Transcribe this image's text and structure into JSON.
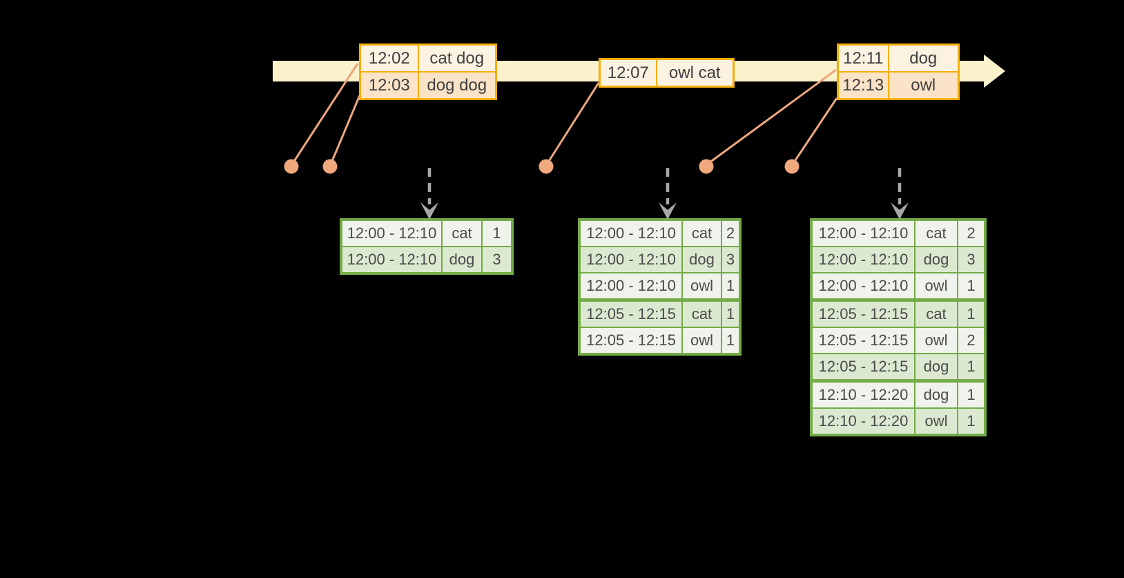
{
  "diagram": {
    "title": "windowed-grouped-aggregation-stream",
    "colors": {
      "background": "#000000",
      "timeline_fill": "#FBF1CB",
      "event_table_border": "#F6AE06",
      "event_row_peach": "#FAE3C7",
      "event_row_cream": "#FCF2E2",
      "connector": "#EDA77D",
      "dot_fill": "#F0A87D",
      "trigger_arrow": "#A8A8A8",
      "result_border": "#74AA47",
      "result_row_green": "#DCE9D1",
      "result_row_light": "#EFF3EB",
      "text": "#454545"
    },
    "icons": {
      "timeline": "timeline-arrow-icon",
      "connector_dot": "connector-dot-icon",
      "trigger": "trigger-arrow-icon"
    },
    "event_tables": [
      {
        "rows": [
          [
            "12:02",
            "cat dog"
          ],
          [
            "12:03",
            "dog dog"
          ]
        ]
      },
      {
        "rows": [
          [
            "12:07",
            "owl cat"
          ]
        ]
      },
      {
        "rows": [
          [
            "12:11",
            "dog"
          ],
          [
            "12:13",
            "owl"
          ]
        ]
      }
    ],
    "result_tables": [
      {
        "rows": [
          [
            "12:00 - 12:10",
            "cat",
            "1"
          ],
          [
            "12:00 - 12:10",
            "dog",
            "3"
          ]
        ],
        "group_starts": []
      },
      {
        "rows": [
          [
            "12:00 - 12:10",
            "cat",
            "2"
          ],
          [
            "12:00 - 12:10",
            "dog",
            "3"
          ],
          [
            "12:00 - 12:10",
            "owl",
            "1"
          ],
          [
            "12:05 - 12:15",
            "cat",
            "1"
          ],
          [
            "12:05 - 12:15",
            "owl",
            "1"
          ]
        ],
        "group_starts": [
          3
        ]
      },
      {
        "rows": [
          [
            "12:00 - 12:10",
            "cat",
            "2"
          ],
          [
            "12:00 - 12:10",
            "dog",
            "3"
          ],
          [
            "12:00 - 12:10",
            "owl",
            "1"
          ],
          [
            "12:05 - 12:15",
            "cat",
            "1"
          ],
          [
            "12:05 - 12:15",
            "owl",
            "2"
          ],
          [
            "12:05 - 12:15",
            "dog",
            "1"
          ],
          [
            "12:10 - 12:20",
            "dog",
            "1"
          ],
          [
            "12:10 - 12:20",
            "owl",
            "1"
          ]
        ],
        "group_starts": [
          3,
          6
        ]
      }
    ]
  }
}
